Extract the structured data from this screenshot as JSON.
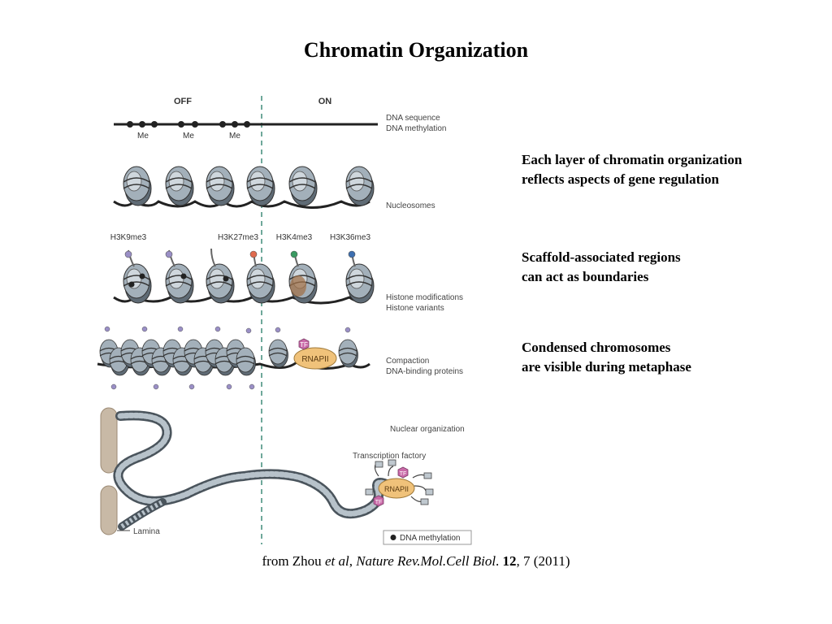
{
  "slide": {
    "title": "Chromatin Organization",
    "notes": [
      {
        "line1": "Each layer of chromatin organization",
        "line2": "reflects aspects of gene regulation"
      },
      {
        "line1": "Scaffold-associated regions",
        "line2": "can act as boundaries"
      },
      {
        "line1": "Condensed chromosomes",
        "line2": "are visible during metaphase"
      }
    ],
    "citation": {
      "prefix": "from Zhou ",
      "etal": "et al",
      "sep1": ", ",
      "journal": "Nature Rev.Mol.Cell Biol",
      "sep2": ". ",
      "volume": "12",
      "rest": ", 7 (2011)"
    }
  },
  "figure": {
    "state_off": "OFF",
    "state_on": "ON",
    "layers": {
      "dna_1": "DNA sequence",
      "dna_2": "DNA methylation",
      "nucleosomes": "Nucleosomes",
      "histone_1": "Histone modifications",
      "histone_2": "Histone variants",
      "compaction_1": "Compaction",
      "compaction_2": "DNA-binding proteins",
      "nuclear": "Nuclear organization"
    },
    "methyl_mark": "Me",
    "marks": [
      "H3K9me3",
      "H3K27me3",
      "H3K4me3",
      "H3K36me3"
    ],
    "mark_colors": [
      "#9a8fc6",
      "#e06a4e",
      "#3a9a62",
      "#3d6fb0"
    ],
    "tf_label": "TF",
    "rnapii_label": "RNAPII",
    "transcription_factory": "Transcription factory",
    "lamina": "Lamina",
    "legend_label": "DNA methylation",
    "colors": {
      "nucleosome": "#8d9aa5",
      "dna": "#222222",
      "boundary": "#6fa89a",
      "rnapii": "#f0c27a",
      "tf": "#c96aa8",
      "lamina": "#c8b9a6"
    }
  }
}
